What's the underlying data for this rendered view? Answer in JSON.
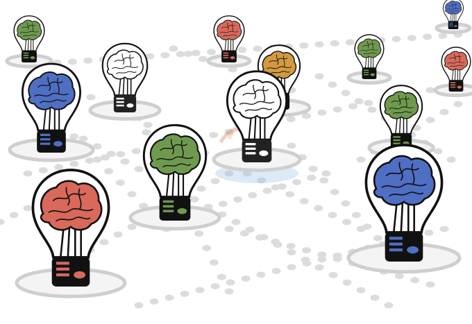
{
  "scene": {
    "background": "#ffffff",
    "dot_color": "#dcdcdc",
    "ring_fill": "#f4f4f4",
    "ring_stroke": "#cfcfcf",
    "bulb_outline": "#111111",
    "watermark_colors": [
      "#e8b04a",
      "#7aa8d8",
      "#d66a5a"
    ],
    "brain_colors": {
      "green": "#6f9a4e",
      "red": "#d9695b",
      "blue": "#4f6fc4",
      "white": "#ffffff",
      "orange": "#d49a3f"
    }
  },
  "bulbs": [
    {
      "name": "bulb-green-topleft-small",
      "brain": "green"
    },
    {
      "name": "bulb-white-top",
      "brain": "white"
    },
    {
      "name": "bulb-red-top-small",
      "brain": "red"
    },
    {
      "name": "bulb-orange-center-top",
      "brain": "orange"
    },
    {
      "name": "bulb-white-center",
      "brain": "white"
    },
    {
      "name": "bulb-green-top-right-small",
      "brain": "green"
    },
    {
      "name": "bulb-blue-top-right-tiny",
      "brain": "blue"
    },
    {
      "name": "bulb-red-right-small",
      "brain": "red"
    },
    {
      "name": "bulb-green-right",
      "brain": "green"
    },
    {
      "name": "bulb-blue-left",
      "brain": "blue"
    },
    {
      "name": "bulb-green-center",
      "brain": "green"
    },
    {
      "name": "bulb-red-left-large",
      "brain": "red"
    },
    {
      "name": "bulb-blue-right-large",
      "brain": "blue"
    }
  ]
}
